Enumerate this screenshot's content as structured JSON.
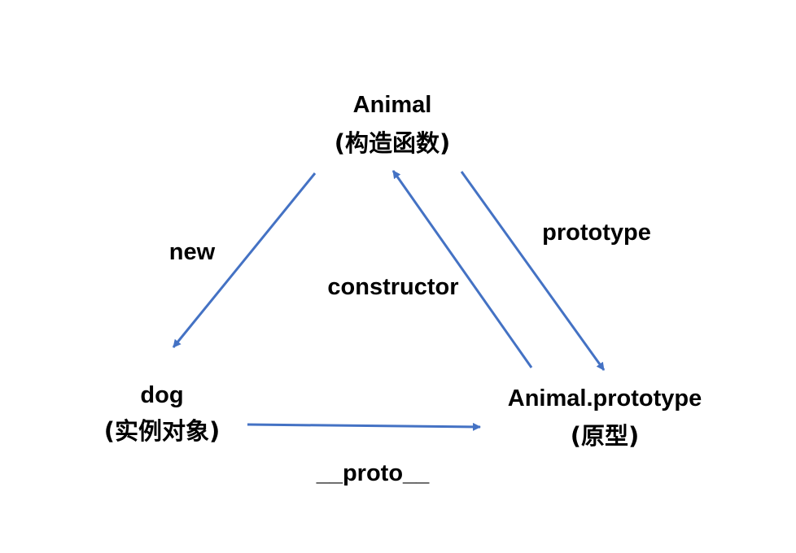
{
  "nodes": {
    "constructor": {
      "name": "Animal",
      "desc": "(构造函数)"
    },
    "instance": {
      "name": "dog",
      "desc": "(实例对象)"
    },
    "prototype": {
      "name": "Animal.prototype",
      "desc": "(原型)"
    }
  },
  "edges": {
    "new": {
      "label": "new",
      "from": "constructor",
      "to": "instance"
    },
    "constructor": {
      "label": "constructor",
      "from": "prototype",
      "to": "constructor"
    },
    "prototype": {
      "label": "prototype",
      "from": "constructor",
      "to": "prototype"
    },
    "proto": {
      "label": "__proto__",
      "from": "instance",
      "to": "prototype"
    }
  },
  "colors": {
    "arrow": "#4472c4",
    "text": "#000000"
  }
}
